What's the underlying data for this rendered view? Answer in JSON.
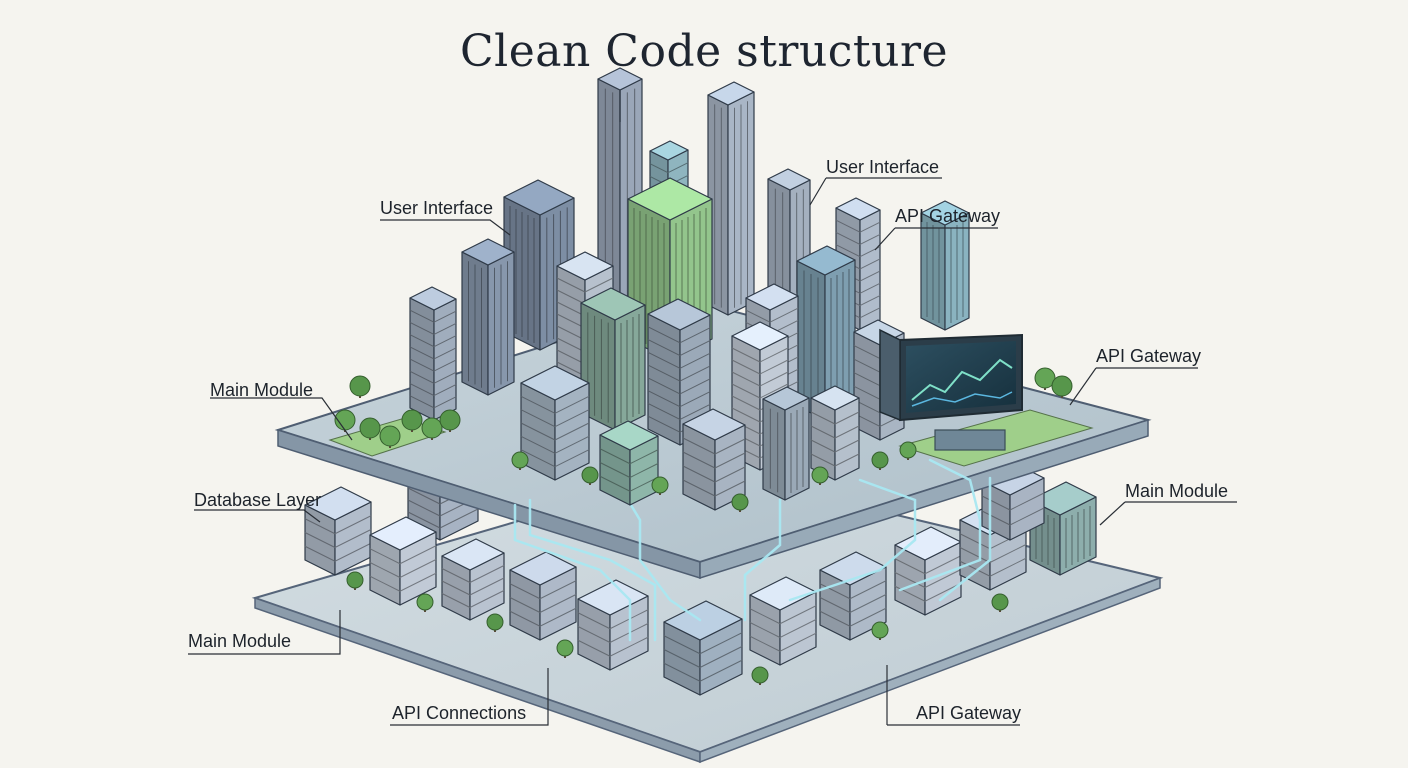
{
  "title": "Clean Code structure",
  "labels": {
    "ui_left": "User Interface",
    "ui_right": "User Interface",
    "api_gateway_top": "API Gateway",
    "api_gateway_mid": "API Gateway",
    "main_module_left": "Main Module",
    "database_layer": "Database Layer",
    "main_module_right": "Main Module",
    "main_module_bottom": "Main Module",
    "api_connections": "API Connections",
    "api_gateway_bottom": "API Gateway"
  },
  "colors": {
    "background": "#f5f4ef",
    "ink": "#1d232b",
    "building_blue": "#8393a8",
    "building_green": "#8fbf87",
    "building_teal": "#7aa3a8",
    "platform": "#bccbd3",
    "data_line": "#9ee3f0",
    "tree": "#5c9a4e"
  }
}
